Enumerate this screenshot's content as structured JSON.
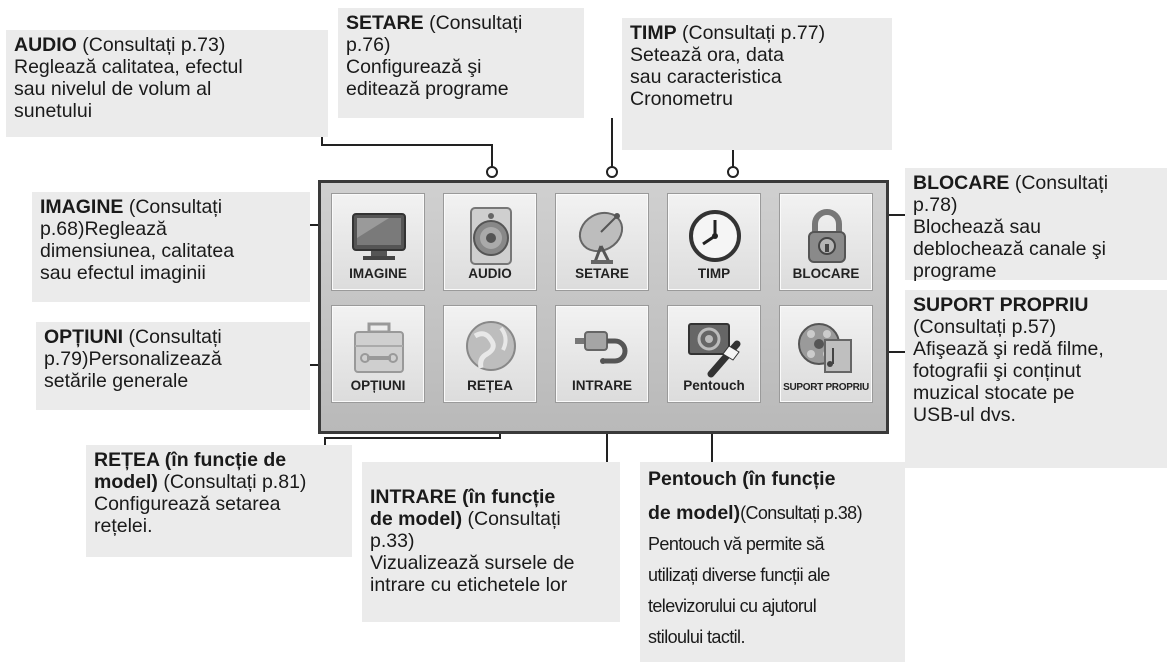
{
  "menu_tiles": [
    {
      "label": "IMAGINE",
      "icon": "tv-icon"
    },
    {
      "label": "AUDIO",
      "icon": "speaker-icon"
    },
    {
      "label": "SETARE",
      "icon": "satellite-dish-icon"
    },
    {
      "label": "TIMP",
      "icon": "clock-icon"
    },
    {
      "label": "BLOCARE",
      "icon": "padlock-icon"
    },
    {
      "label": "OPȚIUNI",
      "icon": "toolbox-icon"
    },
    {
      "label": "REȚEA",
      "icon": "globe-icon"
    },
    {
      "label": "INTRARE",
      "icon": "cable-plug-icon"
    },
    {
      "label": "Pentouch",
      "icon": "pen-touch-icon"
    },
    {
      "label": "SUPORT PROPRIU",
      "icon": "media-reel-icon"
    }
  ],
  "callouts": {
    "audio": {
      "title": "AUDIO",
      "ref": " (Consultați p.73)",
      "lines": [
        "Reglează calitatea, efectul",
        "sau nivelul de volum al",
        "sunetului"
      ]
    },
    "setare": {
      "title": "SETARE",
      "ref": " (Consultați",
      "lines": [
        "p.76)",
        "Configurează şi",
        "editează programe"
      ]
    },
    "timp": {
      "title": "TIMP",
      "ref": " (Consultați p.77)",
      "lines": [
        "Setează ora, data",
        "sau caracteristica",
        "Cronometru"
      ]
    },
    "blocare": {
      "title": "BLOCARE",
      "ref": " (Consultați",
      "lines": [
        "p.78)",
        "Blochează sau",
        "deblochează canale şi",
        "programe"
      ]
    },
    "imagine": {
      "title": "IMAGINE",
      "ref": " (Consultați",
      "lines": [
        "p.68)Reglează",
        "dimensiunea, calitatea",
        "sau efectul imaginii"
      ]
    },
    "optiuni": {
      "title": "OPȚIUNI",
      "ref": " (Consultați",
      "lines": [
        "p.79)Personalizează",
        "setările generale"
      ]
    },
    "suport": {
      "title": "SUPORT PROPRIU",
      "lines": [
        "(Consultați p.57)",
        "Afişează şi redă filme,",
        "fotografii şi conținut",
        "muzical stocate pe",
        "USB-ul dvs."
      ]
    },
    "retea": {
      "title_line1": "REȚEA (în funcție de",
      "title_line2": "model)",
      "ref": " (Consultați p.81)",
      "lines": [
        "Configurează setarea",
        "rețelei."
      ]
    },
    "intrare": {
      "title_line1": "INTRARE (în funcție",
      "title_line2": "de model)",
      "ref": " (Consultați",
      "lines": [
        "p.33)",
        "Vizualizează sursele de",
        "intrare cu etichetele lor"
      ]
    },
    "pentouch": {
      "title_line1": "Pentouch (în funcție",
      "title_line2": "de model)",
      "ref": "(Consultați p.38)",
      "lines": [
        "Pentouch vă permite să",
        "utilizați diverse funcții ale",
        "televizorului cu ajutorul",
        "stiloului tactil."
      ]
    }
  },
  "colors": {
    "callout_bg": "#ebebeb",
    "panel_border": "#3a3a3a",
    "line": "#222222"
  }
}
